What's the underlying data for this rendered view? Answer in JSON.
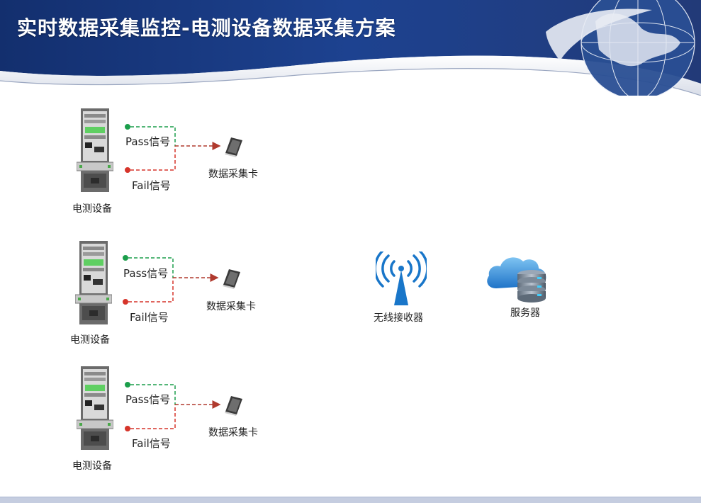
{
  "header": {
    "title": "实时数据采集监控-电测设备数据采集方案"
  },
  "groups": [
    {
      "pass_label": "Pass信号",
      "fail_label": "Fail信号",
      "card_label": "数据采集卡",
      "equipment_label": "电测设备"
    },
    {
      "pass_label": "Pass信号",
      "fail_label": "Fail信号",
      "card_label": "数据采集卡",
      "equipment_label": "电测设备"
    },
    {
      "pass_label": "Pass信号",
      "fail_label": "Fail信号",
      "card_label": "数据采集卡",
      "equipment_label": "电测设备"
    }
  ],
  "receiver": {
    "label": "无线接收器"
  },
  "server": {
    "label": "服务器"
  },
  "colors": {
    "pass": "#1b9e4b",
    "fail": "#d6342a",
    "header_blue": "#1b3d84",
    "antenna_blue": "#1976c9"
  }
}
